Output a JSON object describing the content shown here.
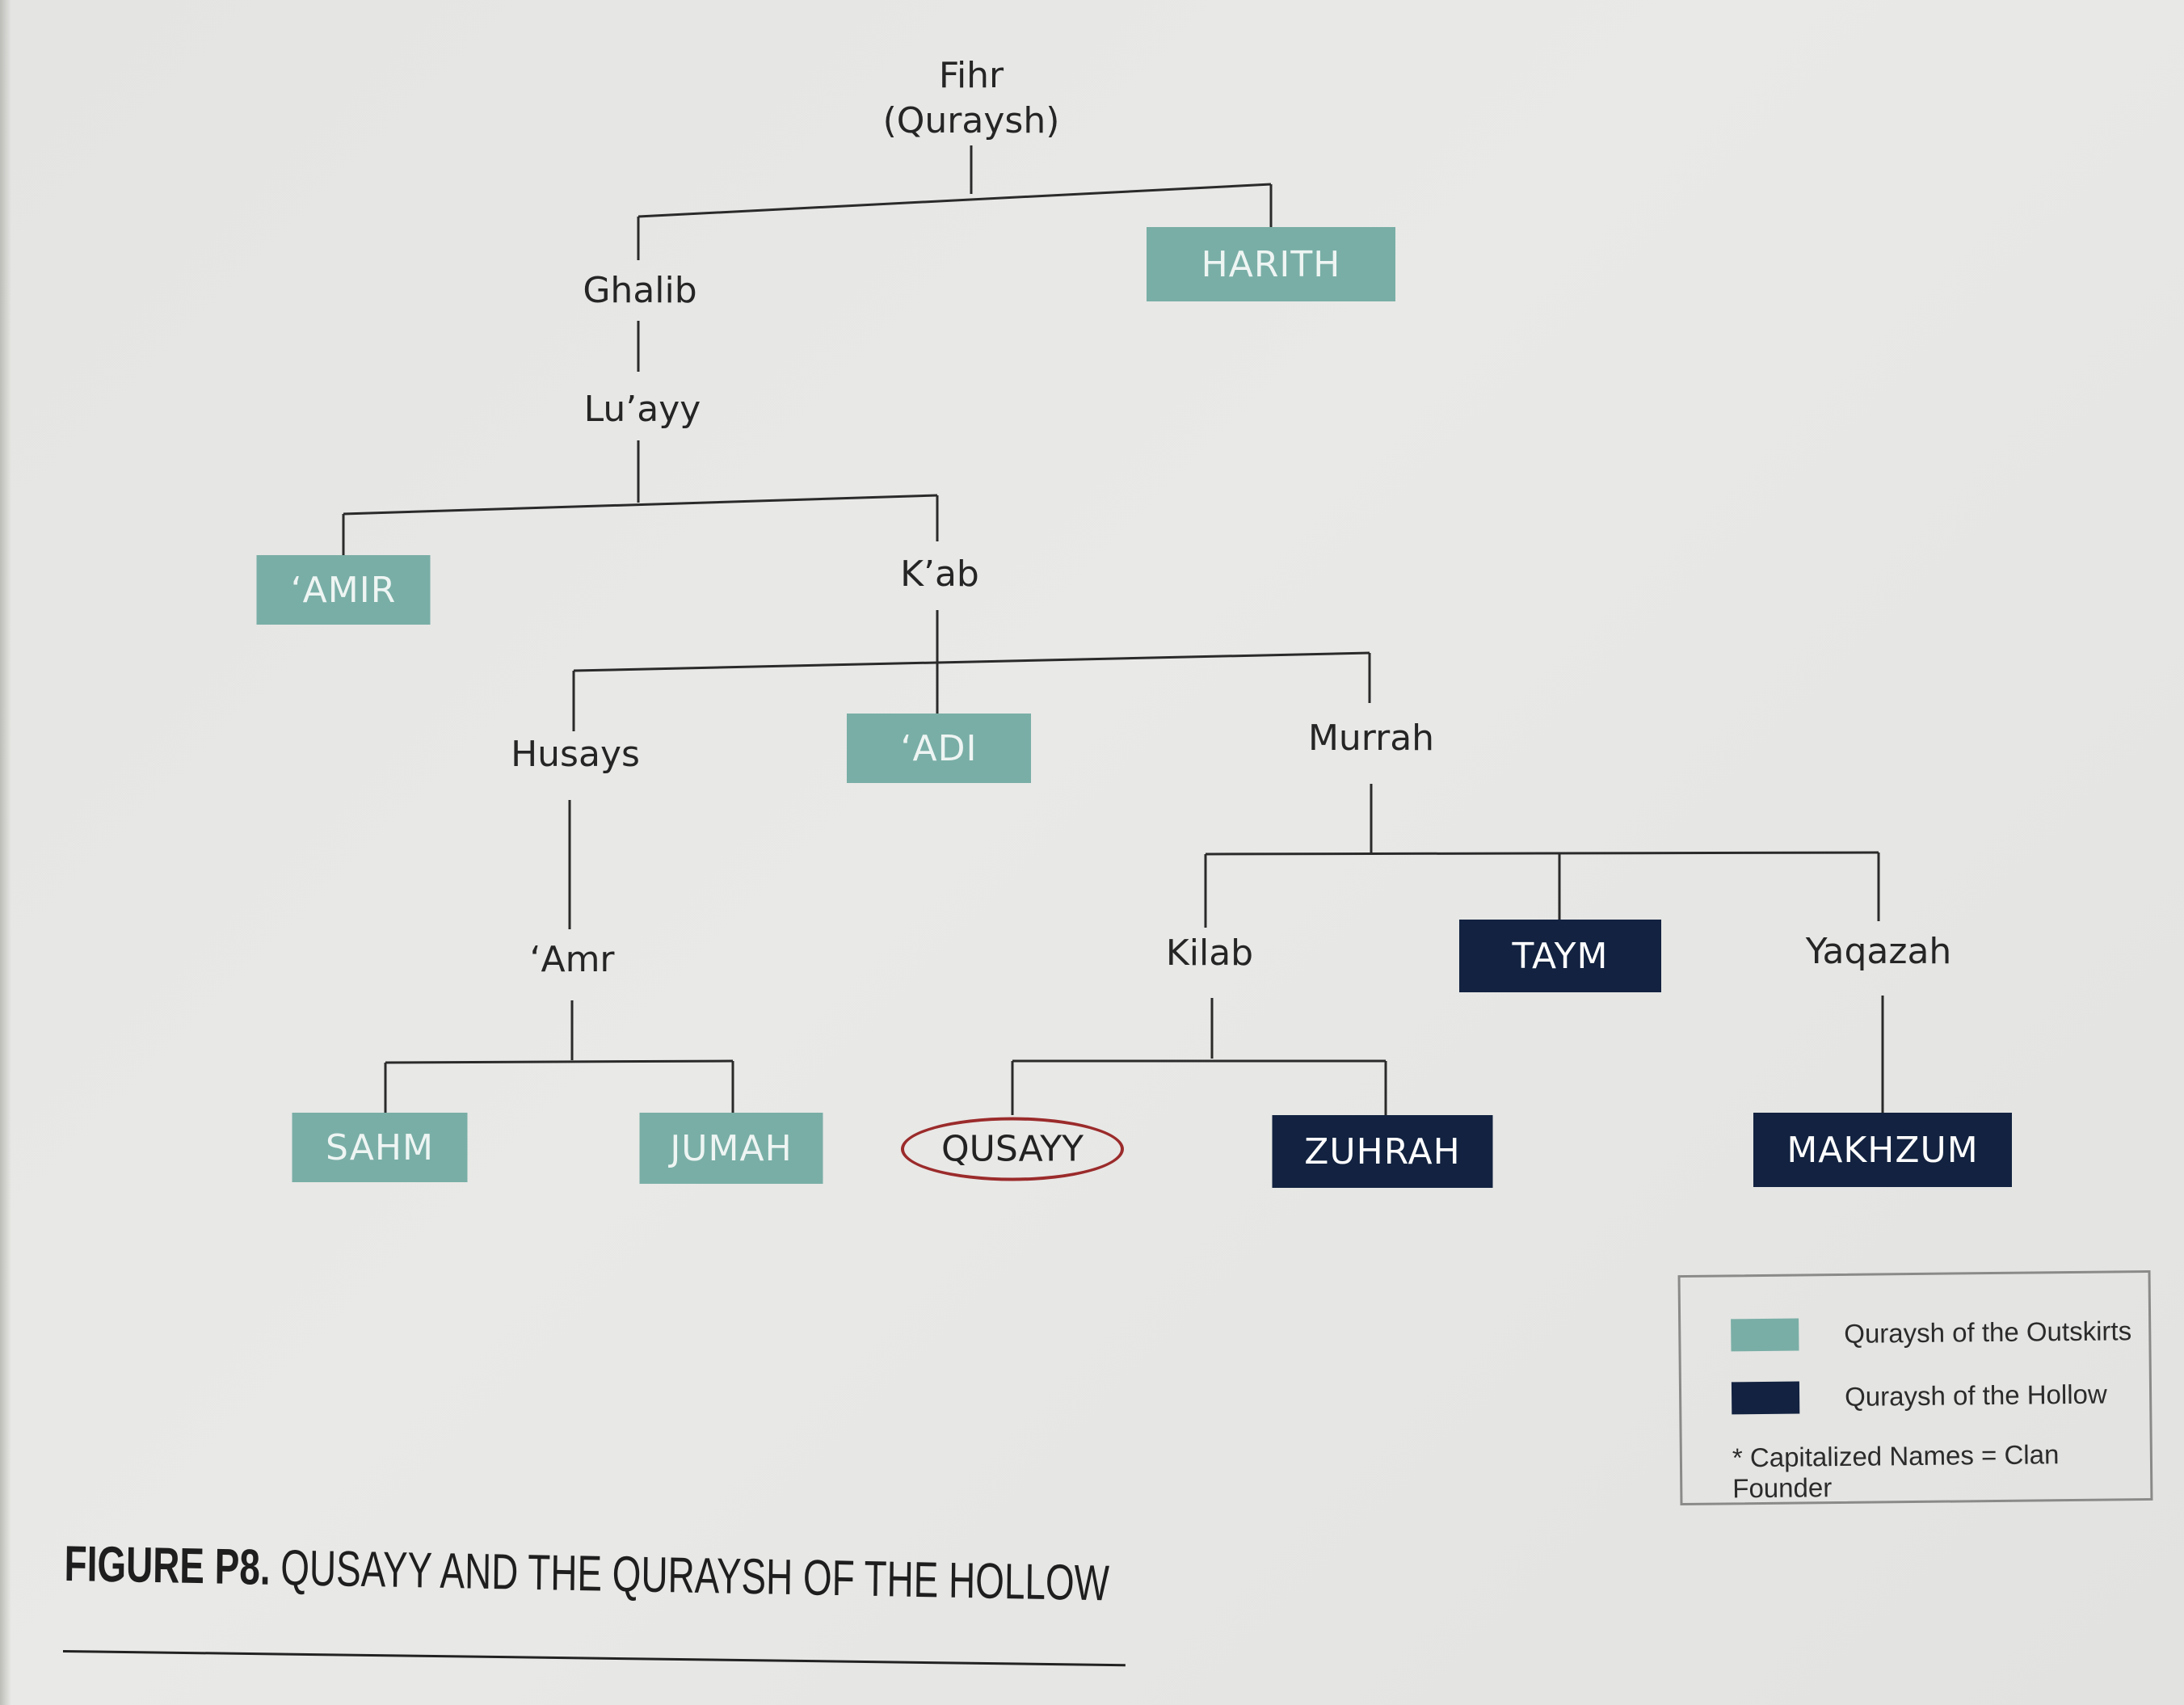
{
  "tree": {
    "fihr_name": "Fihr",
    "fihr_alias": "(Quraysh)",
    "harith": "HARITH",
    "ghalib": "Ghalib",
    "luayy": "Lu’ayy",
    "amir": "‘AMIR",
    "kab": "K’ab",
    "husays": "Husays",
    "adi": "‘ADI",
    "murrah": "Murrah",
    "amr": "‘Amr",
    "kilab": "Kilab",
    "taym": "TAYM",
    "yaqazah": "Yaqazah",
    "sahm": "SAHM",
    "jumah": "JUMAH",
    "qusayy": "QUSAYY",
    "zuhrah": "ZUHRAH",
    "makhzum": "MAKHZUM"
  },
  "legend": {
    "outskirts_label": "Quraysh of the Outskirts",
    "hollow_label": "Quraysh of the Hollow",
    "note": "* Capitalized Names = Clan Founder"
  },
  "caption": {
    "label": "FIGURE P8.",
    "title": "QUSAYY AND THE QURAYSH OF THE HOLLOW"
  },
  "colors": {
    "outskirts": "#79aea6",
    "hollow": "#122240",
    "highlight_circle": "#9b2b2b",
    "line": "#2a2a2a"
  }
}
